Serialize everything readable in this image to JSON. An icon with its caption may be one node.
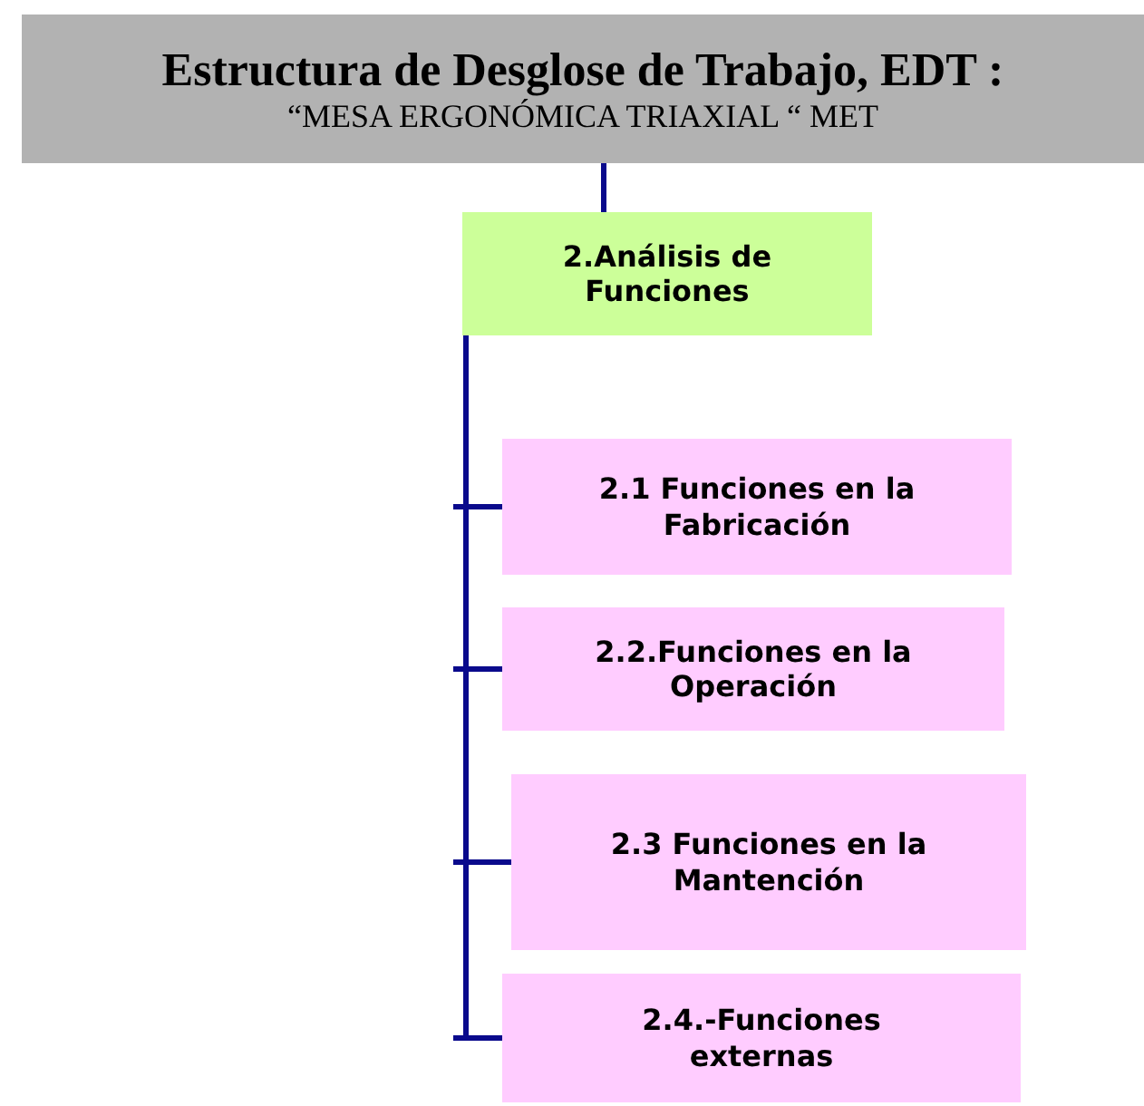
{
  "diagram": {
    "nodes": [
      {
        "text": [
          "Estructura de Desglose de Trabajo, EDT :",
          "“MESA ERGONÓMICA TRIAXIAL “ MET"
        ]
      },
      {
        "text": [
          "2.Análisis de Funciones"
        ]
      },
      {
        "text": [
          "2.1 Funciones en la Fabricación"
        ]
      },
      {
        "text": [
          "2.2.Funciones en la Operación"
        ]
      },
      {
        "text": [
          "2.3 Funciones en la Mantención"
        ]
      },
      {
        "text": [
          "2.4.-Funciones externas"
        ]
      }
    ],
    "edges": [
      {
        "from": 0,
        "to": 1,
        "arrow": "none"
      },
      {
        "from": 1,
        "to": 2,
        "arrow": "none"
      },
      {
        "from": 1,
        "to": 3,
        "arrow": "none"
      },
      {
        "from": 1,
        "to": 4,
        "arrow": "none"
      },
      {
        "from": 1,
        "to": 5,
        "arrow": "none"
      }
    ]
  }
}
